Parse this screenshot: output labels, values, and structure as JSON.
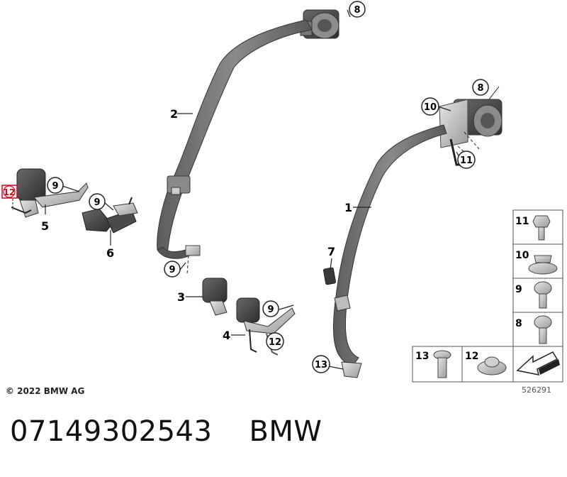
{
  "copyright": "© 2022 BMW AG",
  "diagram_id": "526291",
  "part_number": "07149302543",
  "brand": "BMW",
  "callouts": {
    "c1": "1",
    "c2": "2",
    "c3": "3",
    "c4": "4",
    "c5": "5",
    "c6": "6",
    "c7": "7",
    "c8a": "8",
    "c8b": "8",
    "c9a": "9",
    "c9b": "9",
    "c9c": "9",
    "c9d": "9",
    "c10": "10",
    "c11": "11",
    "c12a": "12",
    "c12b": "12",
    "c13": "13"
  },
  "legend": {
    "r11": "11",
    "r10": "10",
    "r9": "9",
    "r8": "8",
    "b13": "13",
    "b12": "12"
  },
  "colors": {
    "belt": "#7d7d7d",
    "belt_dark": "#4a4a4a",
    "metal": "#b8b8b8",
    "highlight": "#e0001b"
  }
}
